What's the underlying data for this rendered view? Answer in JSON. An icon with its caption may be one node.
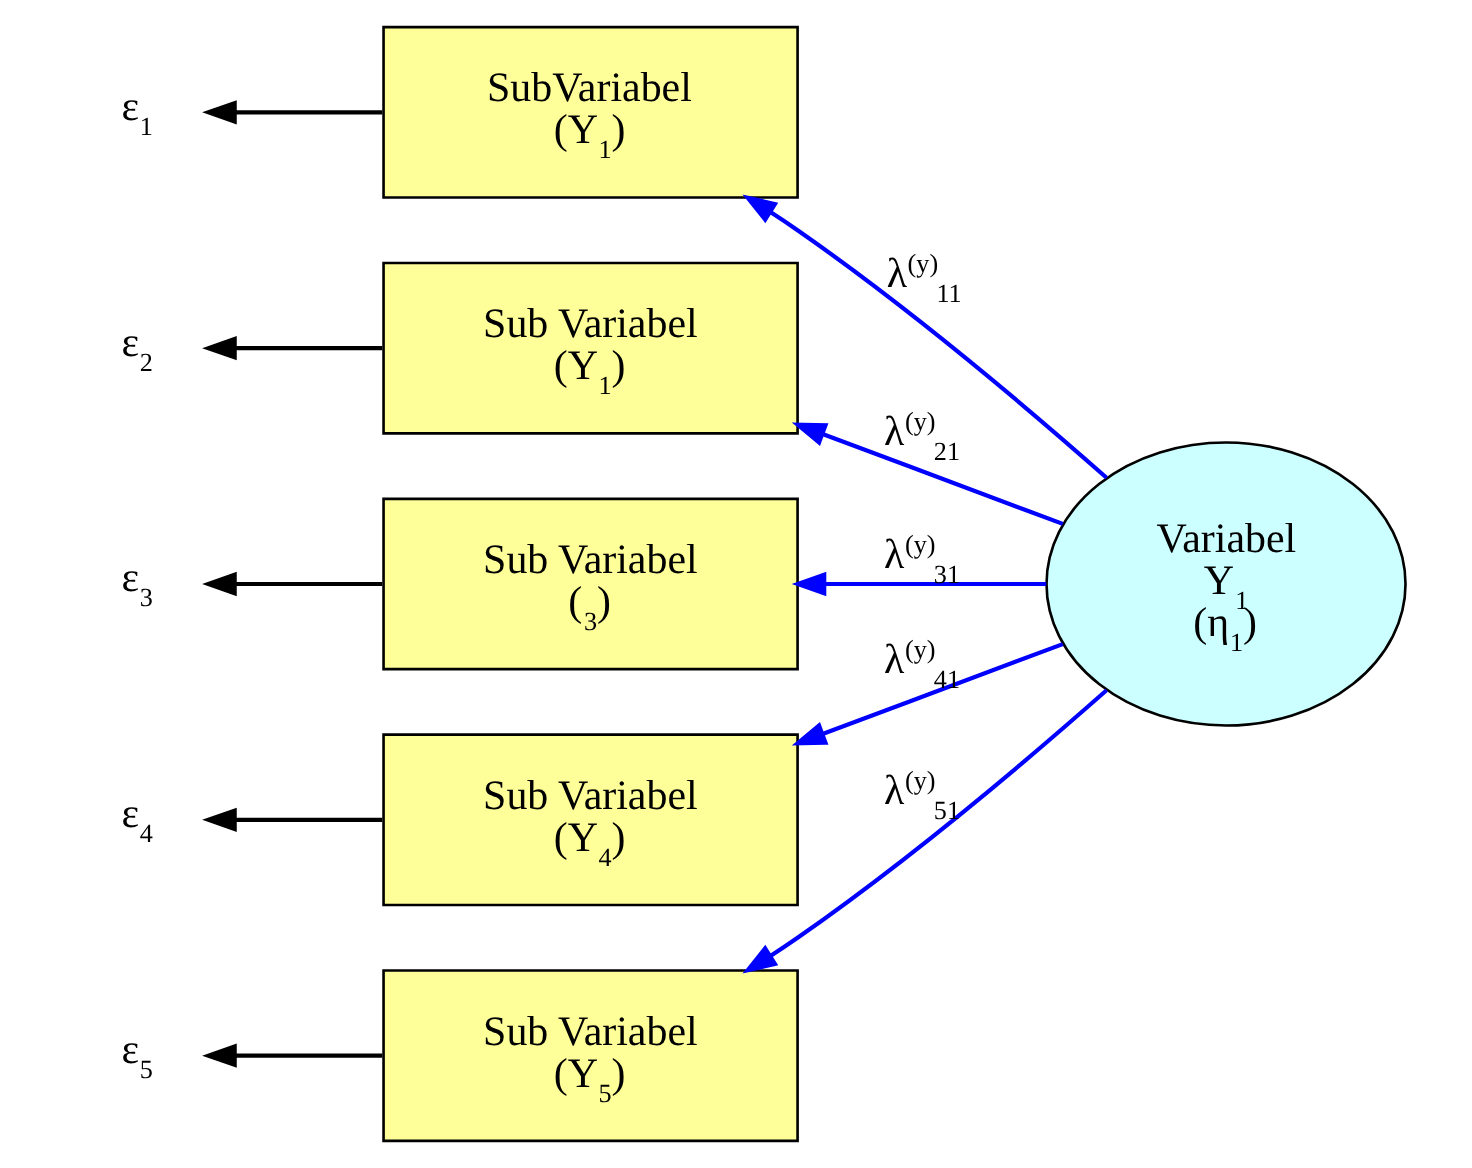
{
  "diagram": {
    "nodes": [
      {
        "text": [
          "SubVariabel (Y$_{1}$)"
        ]
      },
      {
        "text": [
          "Sub Variabel (Y$_{1}$)"
        ]
      },
      {
        "text": [
          "Sub Variabel ($_{3}$)"
        ]
      },
      {
        "text": [
          "Sub Variabel (Y$_{4}$)"
        ]
      },
      {
        "text": [
          "Sub Variabel (Y$_{5}$)"
        ]
      },
      {
        "text": [
          "Variabel Y$_{1}$ (η$_{1}$)"
        ]
      },
      {
        "text": [
          "ε$_{1}$"
        ]
      },
      {
        "text": [
          "ε$_{2}$"
        ]
      },
      {
        "text": [
          "ε$_{3}$"
        ]
      },
      {
        "text": [
          "ε$_{4}$"
        ]
      },
      {
        "text": [
          "ε$_{5}$"
        ]
      }
    ],
    "edges": [
      {
        "from": 5,
        "to": 0,
        "arrow": "to",
        "label": "λ$^{(y)}$$_{11}$",
        "color": "#0000ff"
      },
      {
        "from": 5,
        "to": 1,
        "arrow": "to",
        "label": "λ$^{(y)}$$_{21}$",
        "color": "#0000ff"
      },
      {
        "from": 5,
        "to": 2,
        "arrow": "to",
        "label": "λ$^{(y)}$$_{31}$",
        "color": "#0000ff"
      },
      {
        "from": 5,
        "to": 3,
        "arrow": "to",
        "label": "λ$^{(y)}$$_{41}$",
        "color": "#0000ff"
      },
      {
        "from": 5,
        "to": 4,
        "arrow": "to",
        "label": "λ$^{(y)}$$_{51}$",
        "color": "#0000ff"
      },
      {
        "from": 0,
        "to": 6,
        "arrow": "to",
        "color": "#000000"
      },
      {
        "from": 1,
        "to": 7,
        "arrow": "to",
        "color": "#000000"
      },
      {
        "from": 2,
        "to": 8,
        "arrow": "to",
        "color": "#000000"
      },
      {
        "from": 3,
        "to": 9,
        "arrow": "to",
        "color": "#000000"
      },
      {
        "from": 4,
        "to": 10,
        "arrow": "to",
        "color": "#000000"
      }
    ]
  }
}
